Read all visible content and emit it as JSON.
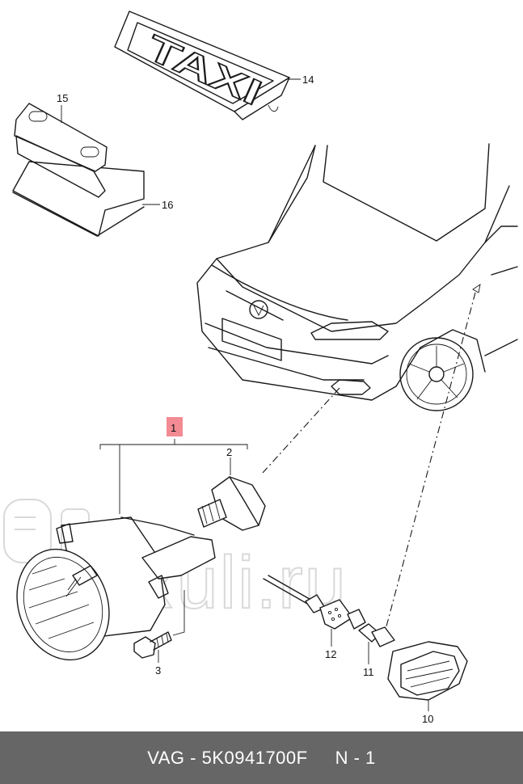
{
  "sign_text": "TAXI",
  "watermark": "Ruli.ru",
  "callouts": {
    "c1": "1",
    "c2": "2",
    "c3": "3",
    "c10": "10",
    "c11": "11",
    "c12": "12",
    "c14": "14",
    "c15": "15",
    "c16": "16"
  },
  "footer": {
    "part": "VAG - 5K0941700F",
    "sheet": "N - 1"
  },
  "colors": {
    "highlight": "#f28b93",
    "footer_bg": "#666666"
  }
}
